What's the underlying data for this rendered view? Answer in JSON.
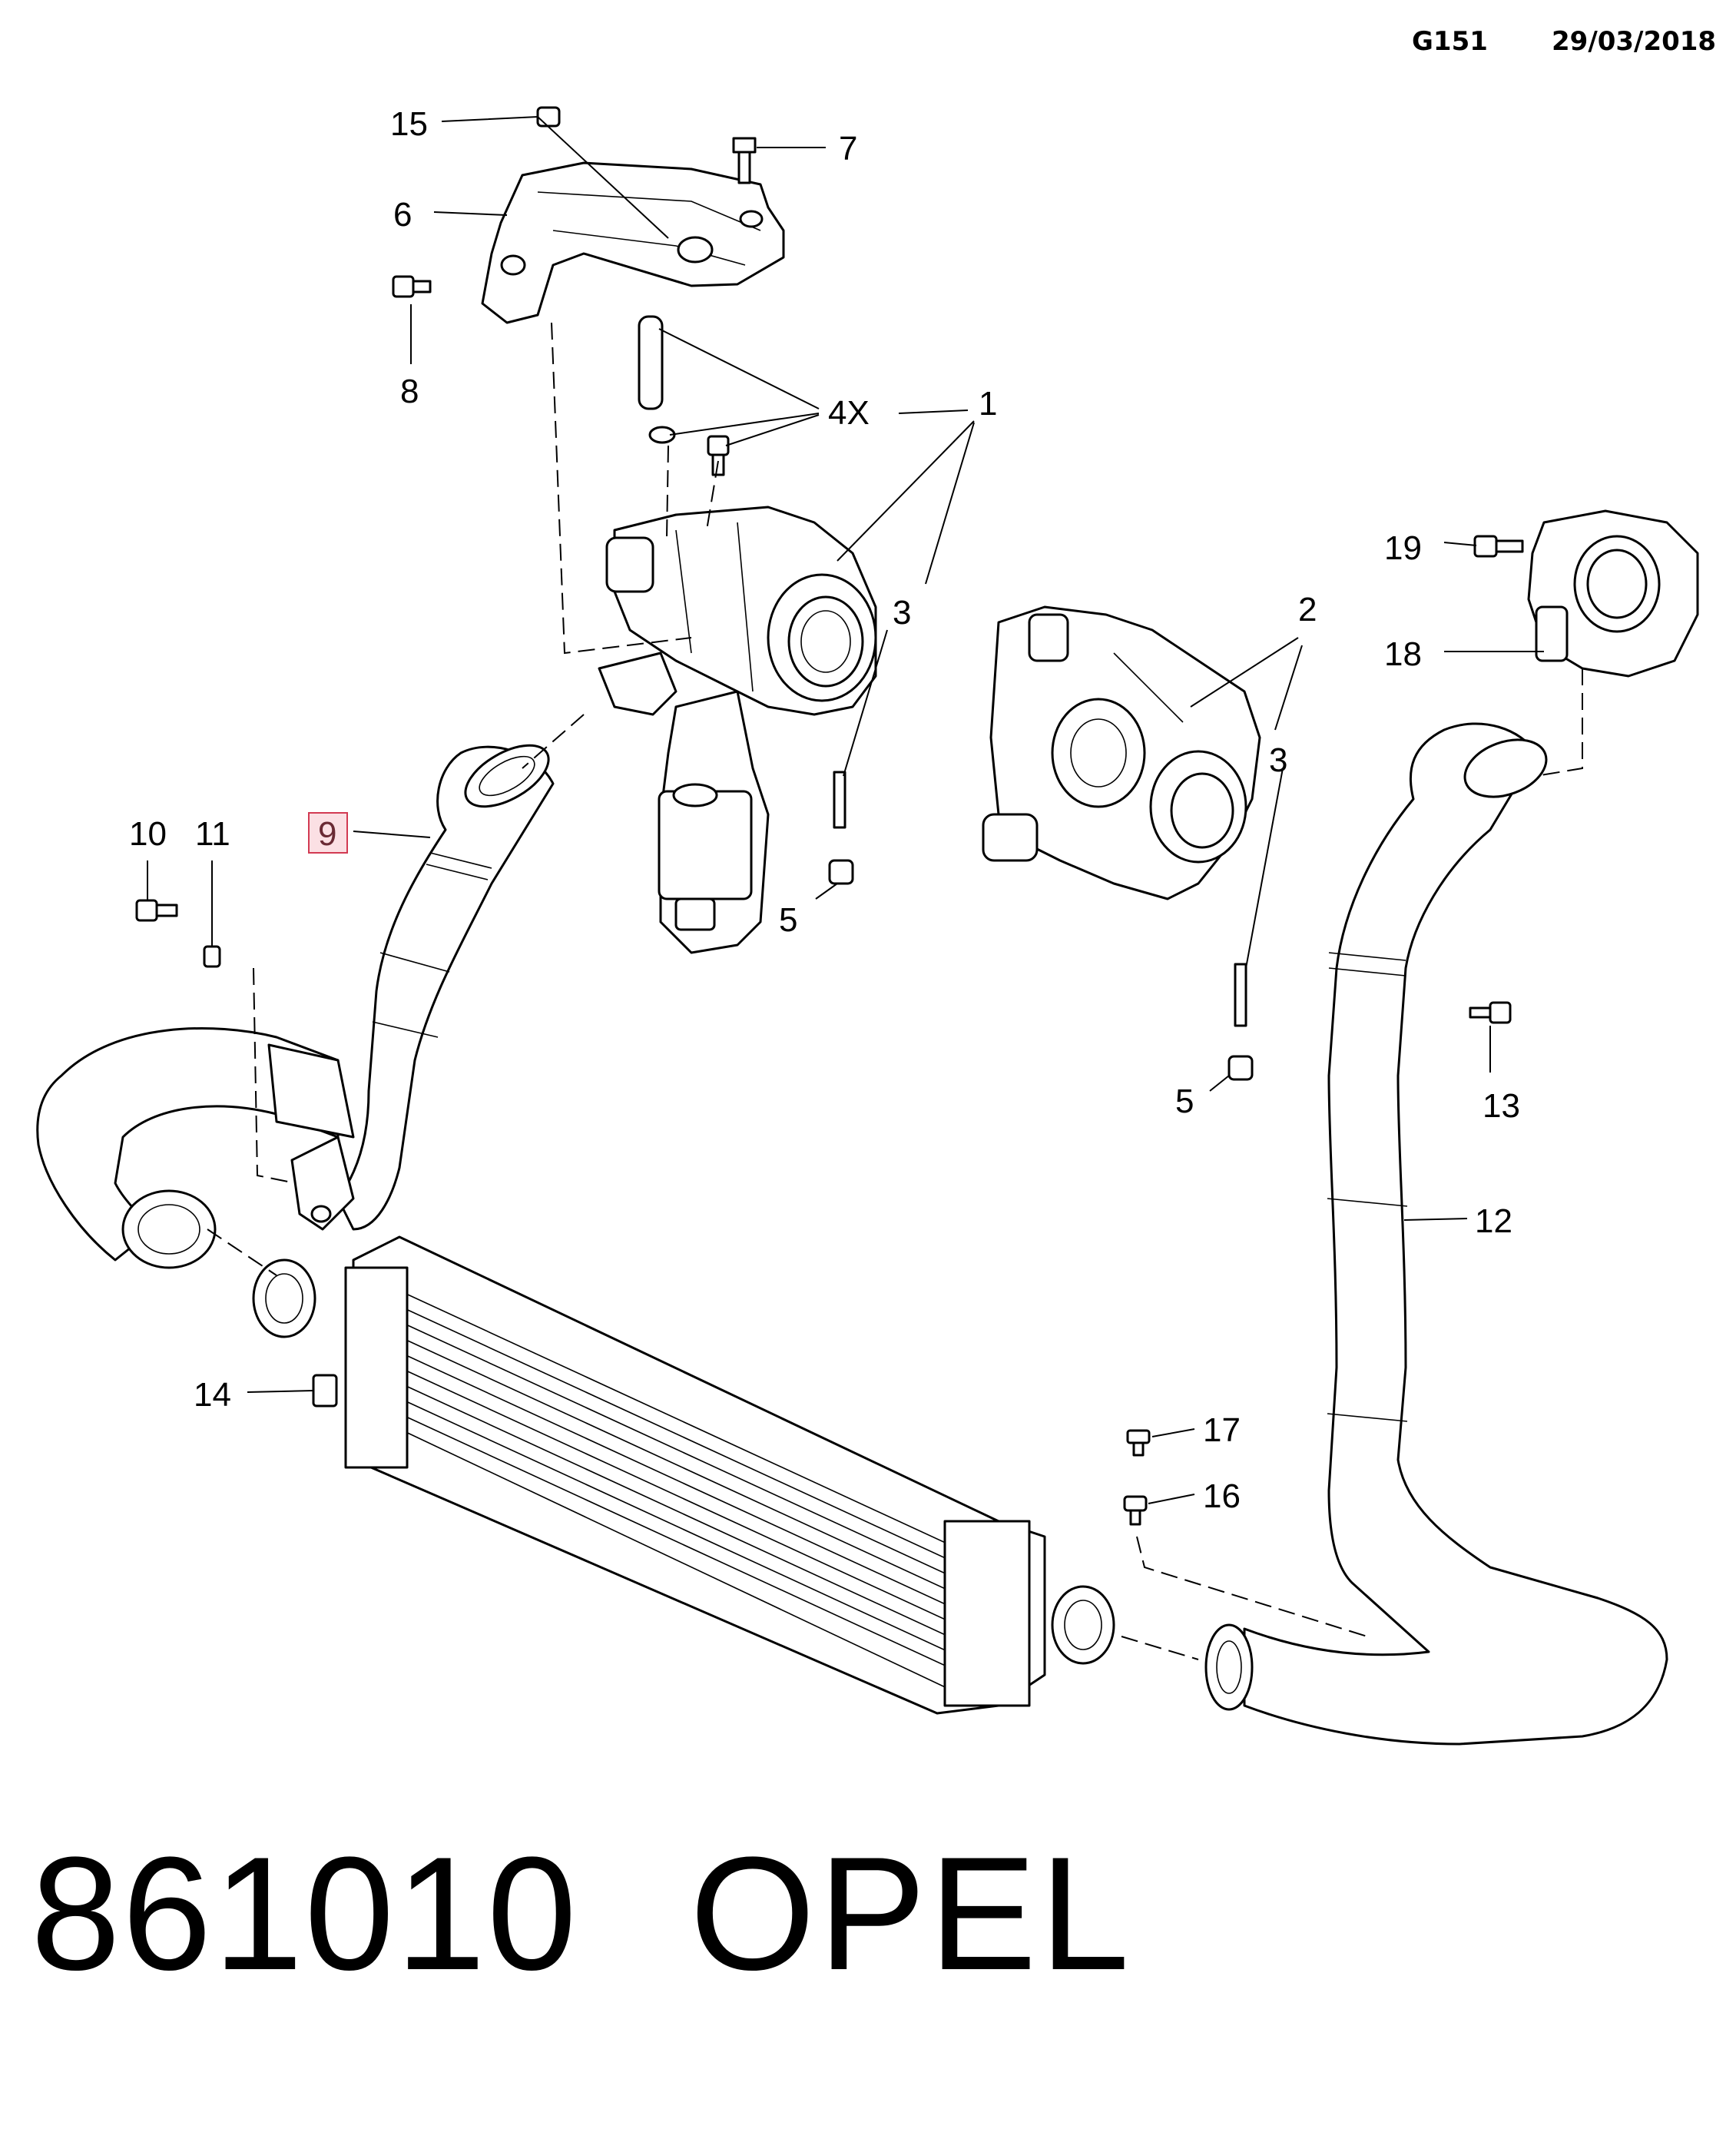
{
  "header": {
    "code": "G151",
    "date": "29/03/2018"
  },
  "footer": {
    "part_number": "861010",
    "brand": "OPEL"
  },
  "callouts": {
    "c1": "1",
    "c2": "2",
    "c3a": "3",
    "c3b": "3",
    "c4x": "4X",
    "c5a": "5",
    "c5b": "5",
    "c6": "6",
    "c7": "7",
    "c8": "8",
    "c9": "9",
    "c10": "10",
    "c11": "11",
    "c12": "12",
    "c13": "13",
    "c14": "14",
    "c15": "15",
    "c16": "16",
    "c17": "17",
    "c18": "18",
    "c19": "19"
  },
  "highlight": {
    "callout": "9",
    "fill_color": "#fbe0e4",
    "border_color": "#d23a52"
  }
}
